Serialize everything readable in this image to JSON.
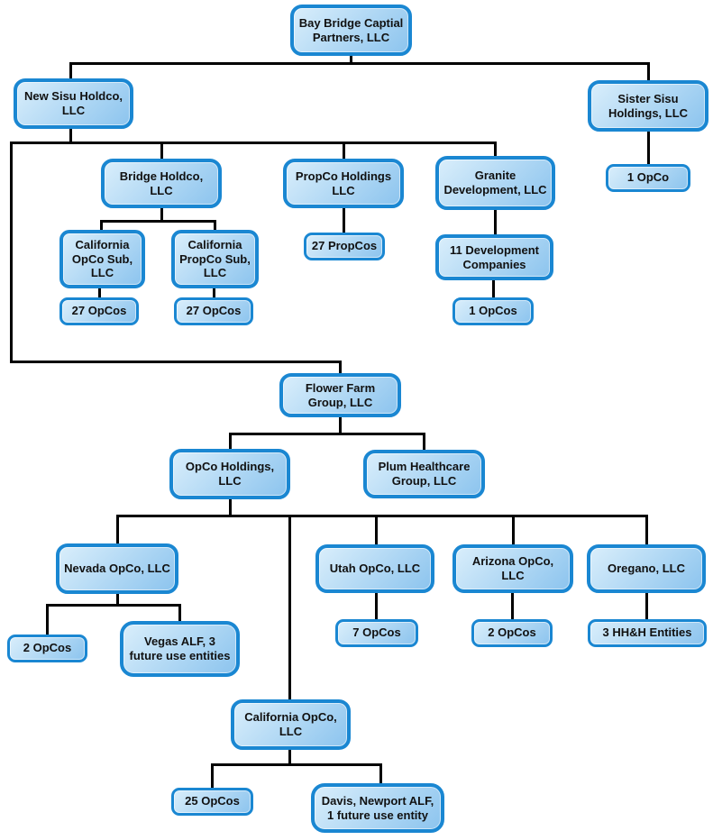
{
  "title": "Corporate structure organizational chart",
  "colors": {
    "box_border": "#1a87d2",
    "box_fill_light": "#d9eefb",
    "box_fill_dark": "#8cc4ee",
    "line": "#000000",
    "text": "#111111",
    "background": "#ffffff"
  },
  "nodes": {
    "bay_bridge": {
      "label": "Bay Bridge Captial Partners, LLC"
    },
    "new_sisu": {
      "label": "New Sisu Holdco, LLC"
    },
    "sister_sisu": {
      "label": "Sister Sisu Holdings, LLC"
    },
    "sister_opco": {
      "label": "1 OpCo"
    },
    "bridge_holdco": {
      "label": "Bridge Holdco, LLC"
    },
    "propco_holdings": {
      "label": "PropCo Holdings LLC"
    },
    "granite": {
      "label": "Granite Development, LLC"
    },
    "cal_opco_sub": {
      "label": "California OpCo Sub, LLC"
    },
    "cal_propco_sub": {
      "label": "California PropCo Sub, LLC"
    },
    "opcos_27_left": {
      "label": "27 OpCos"
    },
    "opcos_27_right": {
      "label": "27 OpCos"
    },
    "propcos_27": {
      "label": "27 PropCos"
    },
    "dev_companies": {
      "label": "11 Development Companies"
    },
    "opcos_1": {
      "label": "1 OpCos"
    },
    "flower_farm": {
      "label": "Flower Farm Group, LLC"
    },
    "opco_holdings": {
      "label": "OpCo Holdings, LLC"
    },
    "plum": {
      "label": "Plum Healthcare Group, LLC"
    },
    "nevada": {
      "label": "Nevada OpCo, LLC"
    },
    "utah": {
      "label": "Utah OpCo, LLC"
    },
    "arizona": {
      "label": "Arizona OpCo, LLC"
    },
    "oregano": {
      "label": "Oregano, LLC"
    },
    "nevada_opcos": {
      "label": "2 OpCos"
    },
    "vegas_alf": {
      "label": "Vegas ALF, 3 future use entities"
    },
    "utah_opcos": {
      "label": "7 OpCos"
    },
    "arizona_opcos": {
      "label": "2 OpCos"
    },
    "hhh_entities": {
      "label": "3 HH&H Entities"
    },
    "california_opco": {
      "label": "California OpCo, LLC"
    },
    "opcos_25": {
      "label": "25 OpCos"
    },
    "davis_newport": {
      "label": "Davis, Newport ALF, 1 future use entity"
    }
  },
  "edges": [
    [
      "bay_bridge",
      "new_sisu"
    ],
    [
      "bay_bridge",
      "sister_sisu"
    ],
    [
      "sister_sisu",
      "sister_opco"
    ],
    [
      "new_sisu",
      "bridge_holdco"
    ],
    [
      "new_sisu",
      "propco_holdings"
    ],
    [
      "new_sisu",
      "granite"
    ],
    [
      "new_sisu",
      "flower_farm"
    ],
    [
      "bridge_holdco",
      "cal_opco_sub"
    ],
    [
      "bridge_holdco",
      "cal_propco_sub"
    ],
    [
      "cal_opco_sub",
      "opcos_27_left"
    ],
    [
      "cal_propco_sub",
      "opcos_27_right"
    ],
    [
      "propco_holdings",
      "propcos_27"
    ],
    [
      "granite",
      "dev_companies"
    ],
    [
      "dev_companies",
      "opcos_1"
    ],
    [
      "flower_farm",
      "opco_holdings"
    ],
    [
      "flower_farm",
      "plum"
    ],
    [
      "opco_holdings",
      "nevada"
    ],
    [
      "opco_holdings",
      "california_opco"
    ],
    [
      "opco_holdings",
      "utah"
    ],
    [
      "opco_holdings",
      "arizona"
    ],
    [
      "opco_holdings",
      "oregano"
    ],
    [
      "nevada",
      "nevada_opcos"
    ],
    [
      "nevada",
      "vegas_alf"
    ],
    [
      "utah",
      "utah_opcos"
    ],
    [
      "arizona",
      "arizona_opcos"
    ],
    [
      "oregano",
      "hhh_entities"
    ],
    [
      "california_opco",
      "opcos_25"
    ],
    [
      "california_opco",
      "davis_newport"
    ]
  ]
}
